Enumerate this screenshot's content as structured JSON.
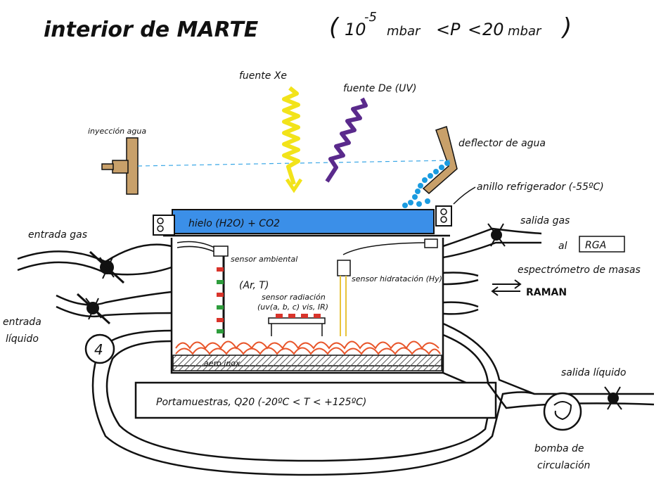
{
  "title": "interior de MARTE",
  "pressure": {
    "open": "(",
    "lower": "10",
    "exp": "-5",
    "unit_a": "mbar",
    "lt1": "<",
    "p": "P",
    "lt2": "<",
    "upper": "20",
    "unit_b": "mbar",
    "close": ")"
  },
  "labels": {
    "fuente_xe": "fuente Xe",
    "fuente_de": "fuente De (UV)",
    "inyeccion_agua": "inyección agua",
    "deflector": "deflector de agua",
    "anillo": "anillo refrigerador (-55ºC)",
    "hielo": "hielo (H2O) + CO2",
    "entrada_gas": "entrada gas",
    "salida_gas": "salida gas",
    "al": "al",
    "rga": "RGA",
    "espectrometro": "espectrómetro de masas",
    "raman": "RAMAN",
    "sensor_ambiental": "sensor ambiental",
    "sensor_ambiental_vars": "(Ar, T)",
    "sensor_hidratacion": "sensor hidratación (Hy)",
    "sensor_radiacion": "sensor radiación",
    "sensor_radiacion_vars": "(uv(a, b, c) vis, IR)",
    "aero_inox": "aero inox",
    "entrada_liquido_1": "entrada",
    "entrada_liquido_2": "líquido",
    "salida_liquido": "salida líquido",
    "portamuestras": "Portamuestras, Q20 (-20ºC < T < +125ºC)",
    "bomba_1": "bomba de",
    "bomba_2": "circulación",
    "pump_symbol": "4"
  },
  "colors": {
    "ice": "#3b8fe8",
    "xe_beam": "#f2e31a",
    "de_beam": "#5a2a8c",
    "water_drops": "#1a9be0",
    "deflector": "#c8a06a",
    "regolith": "#e8552a",
    "ink": "#111111",
    "led_red": "#d9342b",
    "led_green": "#2e9d3c",
    "hy_probe": "#e8c43a"
  }
}
